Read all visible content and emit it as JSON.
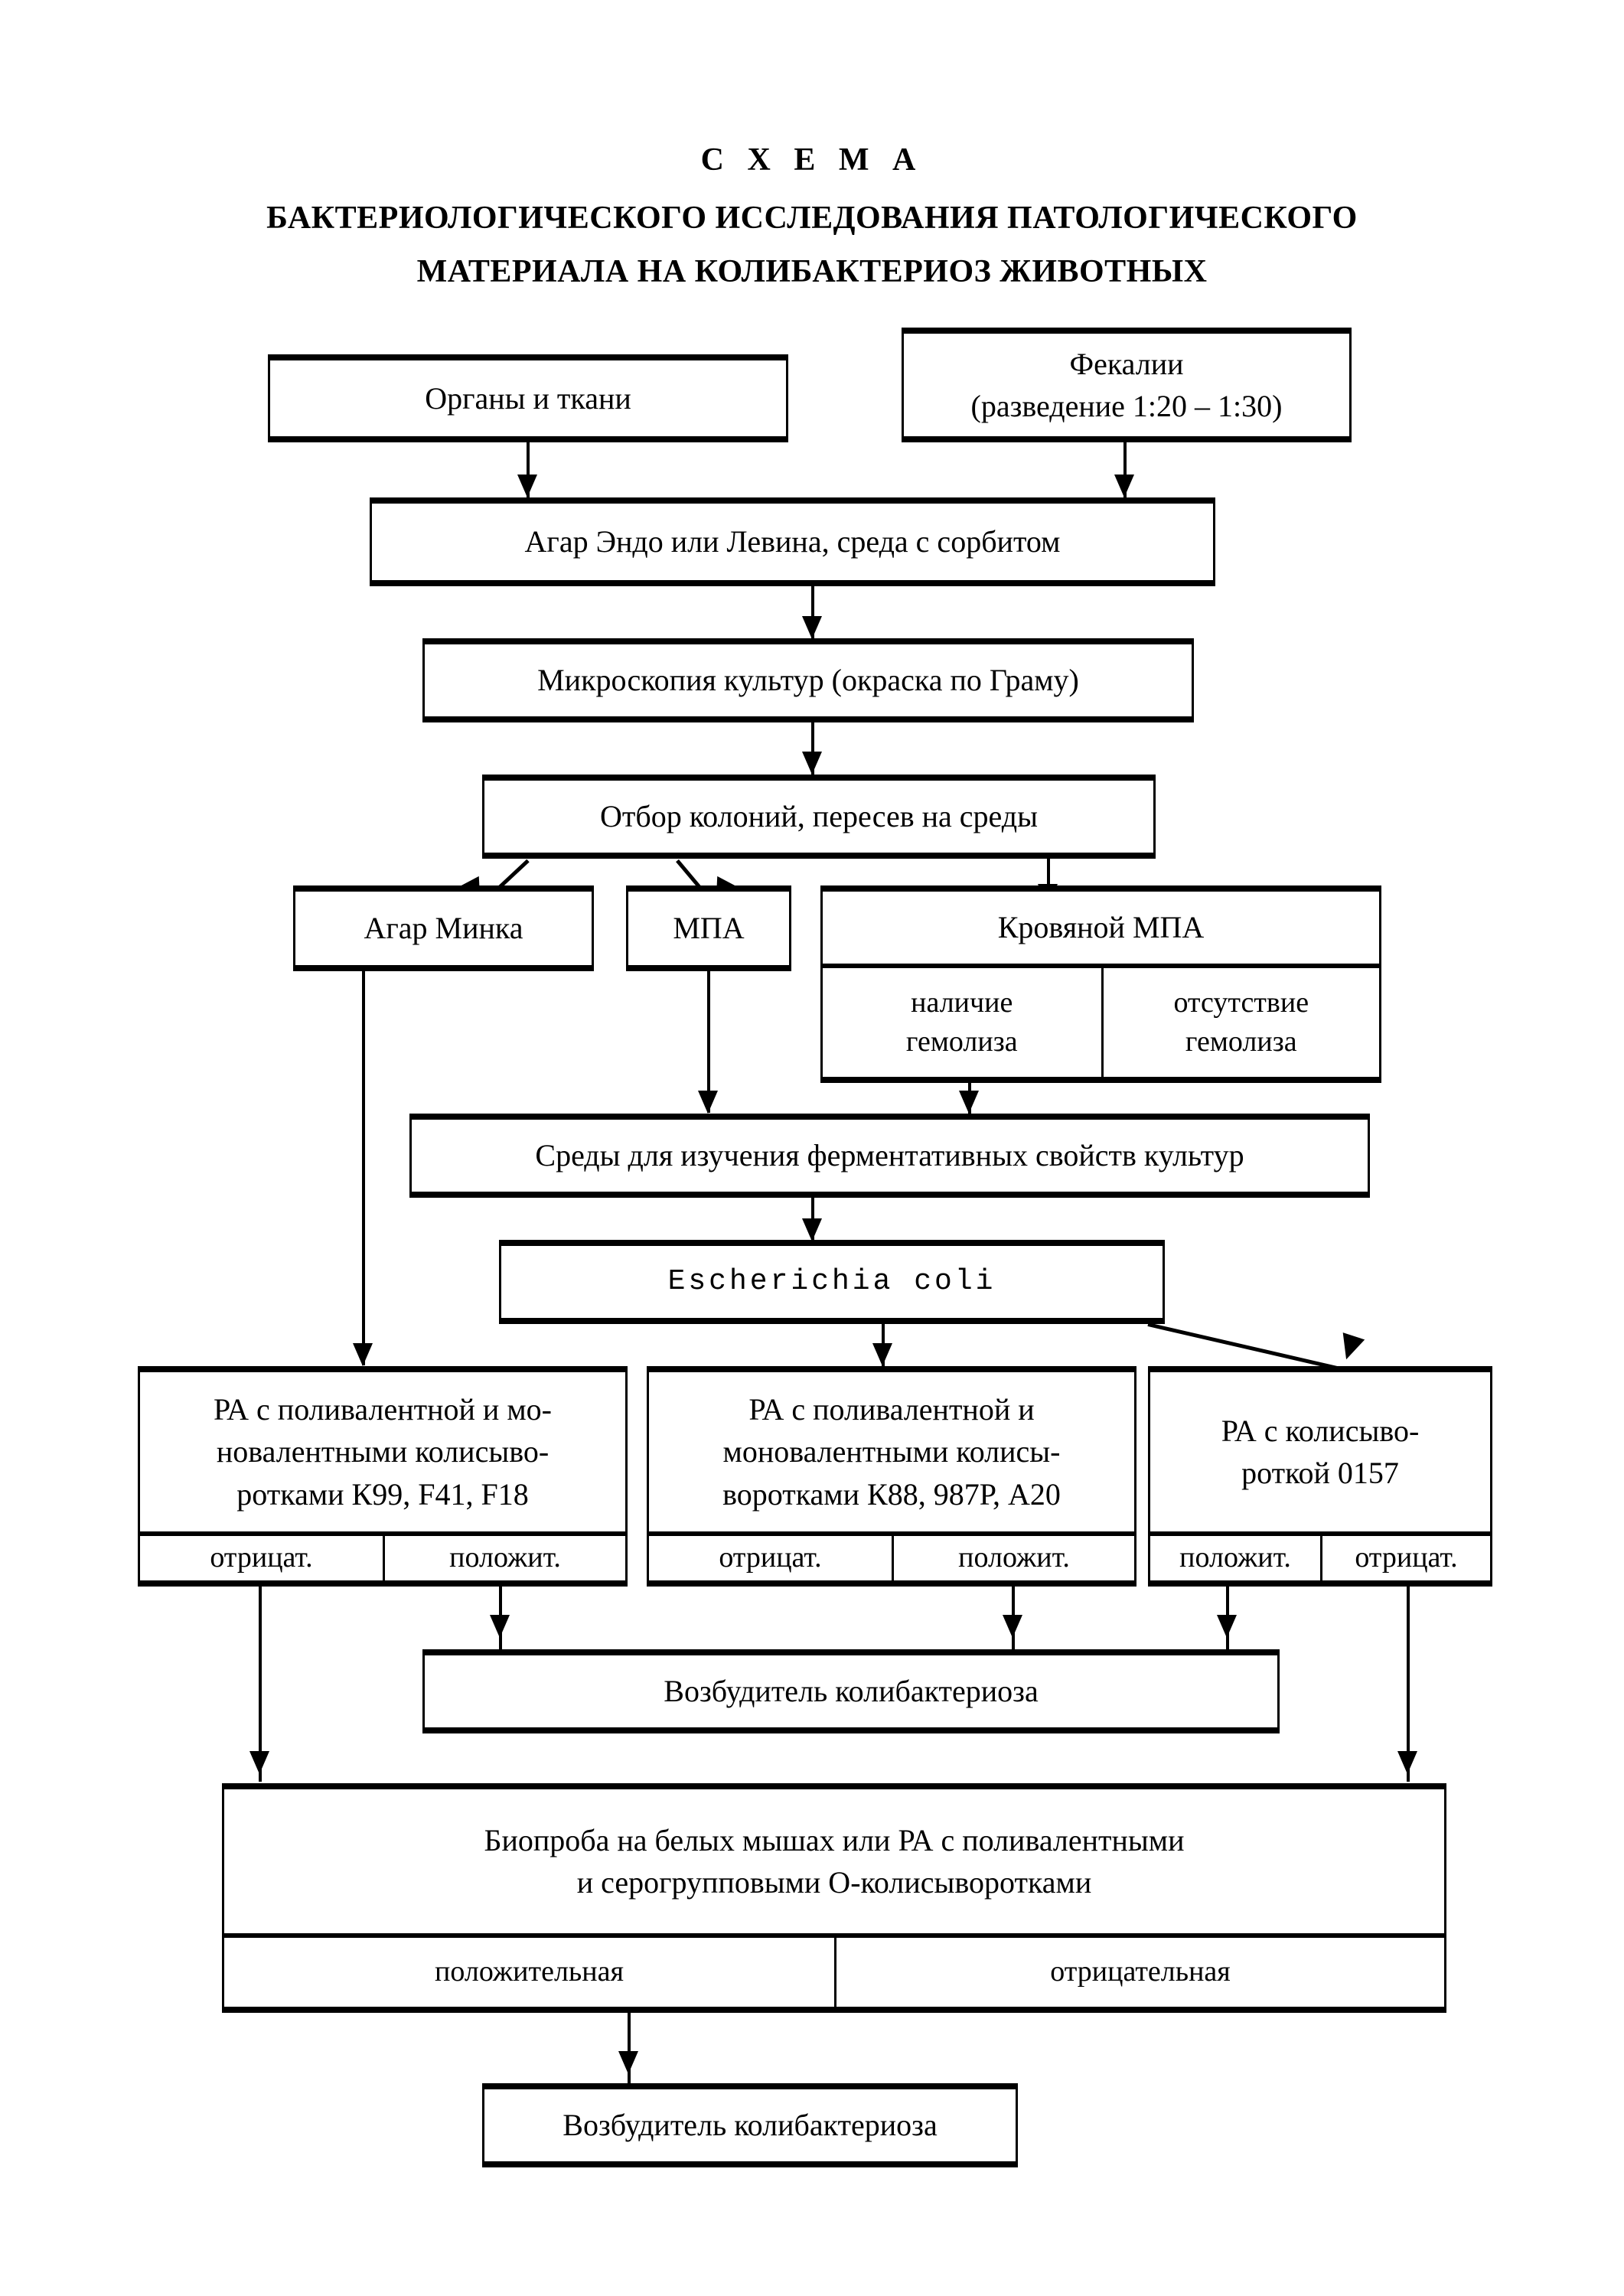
{
  "document": {
    "title_line_1": "С Х Е М А",
    "title_line_2": "БАКТЕРИОЛОГИЧЕСКОГО ИССЛЕДОВАНИЯ ПАТОЛОГИЧЕСКОГО",
    "title_line_3": "МАТЕРИАЛА НА КОЛИБАКТЕРИОЗ ЖИВОТНЫХ"
  },
  "chart_data": {
    "type": "diagram",
    "title": "СХЕМА БАКТЕРИОЛОГИЧЕСКОГО ИССЛЕДОВАНИЯ ПАТОЛОГИЧЕСКОГО МАТЕРИАЛА НА КОЛИБАКТЕРИОЗ ЖИВОТНЫХ",
    "orientation": "top-to-bottom",
    "nodes": [
      {
        "id": "organs",
        "label": "Органы и ткани"
      },
      {
        "id": "feces_line1",
        "label": "Фекалии"
      },
      {
        "id": "feces_line2",
        "label": "(разведение 1:20 – 1:30)"
      },
      {
        "id": "agar_endo",
        "label": "Агар Эндо или Левина, среда с сорбитом"
      },
      {
        "id": "microscopy",
        "label": "Микроскопия культур (окраска по Граму)"
      },
      {
        "id": "colony_select",
        "label": "Отбор колоний, пересев на среды"
      },
      {
        "id": "minka",
        "label": "Агар Минка"
      },
      {
        "id": "mpa",
        "label": "МПА"
      },
      {
        "id": "blood_mpa",
        "label": "Кровяной МПА"
      },
      {
        "id": "hemolysis_present_1",
        "label": "наличие"
      },
      {
        "id": "hemolysis_present_2",
        "label": "гемолиза"
      },
      {
        "id": "hemolysis_absent_1",
        "label": "отсутствие"
      },
      {
        "id": "hemolysis_absent_2",
        "label": "гемолиза"
      },
      {
        "id": "enzyme_media",
        "label": "Среды для изучения ферментативных свойств культур"
      },
      {
        "id": "ecoli",
        "label": "Escherichia    coli"
      },
      {
        "id": "ra1_l1",
        "label": "РА с поливалентной и мо-"
      },
      {
        "id": "ra1_l2",
        "label": "новалентными колисыво-"
      },
      {
        "id": "ra1_l3",
        "label": "ротками К99, F41, F18"
      },
      {
        "id": "ra1_neg",
        "label": "отрицат."
      },
      {
        "id": "ra1_pos",
        "label": "положит."
      },
      {
        "id": "ra2_l1",
        "label": "РА с поливалентной и"
      },
      {
        "id": "ra2_l2",
        "label": "моновалентными колисы-"
      },
      {
        "id": "ra2_l3",
        "label": "воротками К88, 987Р, А20"
      },
      {
        "id": "ra2_neg",
        "label": "отрицат."
      },
      {
        "id": "ra2_pos",
        "label": "положит."
      },
      {
        "id": "ra3_l1",
        "label": "РА с колисыво-"
      },
      {
        "id": "ra3_l2",
        "label": "роткой 0157"
      },
      {
        "id": "ra3_pos",
        "label": "положит."
      },
      {
        "id": "ra3_neg",
        "label": "отрицат."
      },
      {
        "id": "pathogen_mid",
        "label": "Возбудитель колибактериоза"
      },
      {
        "id": "bioassay_l1",
        "label": "Биопроба на белых мышах или РА с поливалентными"
      },
      {
        "id": "bioassay_l2",
        "label": "и серогрупповыми О-колисыворотками"
      },
      {
        "id": "bioassay_pos",
        "label": "положительная"
      },
      {
        "id": "bioassay_neg",
        "label": "отрицательная"
      },
      {
        "id": "pathogen_bottom",
        "label": "Возбудитель колибактериоза"
      }
    ],
    "edges": [
      {
        "from": "organs",
        "to": "agar_endo"
      },
      {
        "from": "feces",
        "to": "agar_endo"
      },
      {
        "from": "agar_endo",
        "to": "microscopy"
      },
      {
        "from": "microscopy",
        "to": "colony_select"
      },
      {
        "from": "colony_select",
        "to": "minka"
      },
      {
        "from": "colony_select",
        "to": "mpa"
      },
      {
        "from": "colony_select",
        "to": "blood_mpa"
      },
      {
        "from": "mpa",
        "to": "enzyme_media"
      },
      {
        "from": "blood_mpa",
        "to": "enzyme_media"
      },
      {
        "from": "enzyme_media",
        "to": "ecoli"
      },
      {
        "from": "minka",
        "to": "ra1"
      },
      {
        "from": "ecoli",
        "to": "ra2"
      },
      {
        "from": "ecoli",
        "to": "ra3"
      },
      {
        "from": "ra1_pos",
        "to": "pathogen_mid"
      },
      {
        "from": "ra2_pos",
        "to": "pathogen_mid"
      },
      {
        "from": "ra3_pos",
        "to": "pathogen_mid"
      },
      {
        "from": "ra1_neg",
        "to": "bioassay"
      },
      {
        "from": "ra3_neg",
        "to": "bioassay"
      },
      {
        "from": "bioassay_pos",
        "to": "pathogen_bottom"
      }
    ]
  },
  "boxes": {
    "organs": {
      "label": "Органы и ткани"
    },
    "feces": {
      "line1": "Фекалии",
      "line2": "(разведение 1:20 – 1:30)"
    },
    "agar_endo": {
      "label": "Агар Эндо или Левина, среда с сорбитом"
    },
    "microscopy": {
      "label": "Микроскопия культур (окраска по Граму)"
    },
    "colony_select": {
      "label": "Отбор колоний, пересев на среды"
    },
    "minka": {
      "label": "Агар Минка"
    },
    "mpa": {
      "label": "МПА"
    },
    "blood_mpa": {
      "header": "Кровяной МПА",
      "cell_left_line1": "наличие",
      "cell_left_line2": "гемолиза",
      "cell_right_line1": "отсутствие",
      "cell_right_line2": "гемолиза"
    },
    "enzyme_media": {
      "label": "Среды для изучения ферментативных свойств культур"
    },
    "ecoli": {
      "label": "Escherichia    coli"
    },
    "ra1": {
      "line1": "РА с поливалентной и мо-",
      "line2": "новалентными колисыво-",
      "line3": "ротками К99, F41, F18",
      "cell_left": "отрицат.",
      "cell_right": "положит."
    },
    "ra2": {
      "line1": "РА с поливалентной и",
      "line2": "моновалентными колисы-",
      "line3": "воротками К88, 987Р, А20",
      "cell_left": "отрицат.",
      "cell_right": "положит."
    },
    "ra3": {
      "line1": "РА с колисыво-",
      "line2": "роткой 0157",
      "cell_left": "положит.",
      "cell_right": "отрицат."
    },
    "pathogen_mid": {
      "label": "Возбудитель колибактериоза"
    },
    "bioassay": {
      "line1": "Биопроба на белых мышах или РА с поливалентными",
      "line2": "и серогрупповыми О-колисыворотками",
      "cell_left": "положительная",
      "cell_right": "отрицательная"
    },
    "pathogen_bottom": {
      "label": "Возбудитель колибактериоза"
    }
  }
}
